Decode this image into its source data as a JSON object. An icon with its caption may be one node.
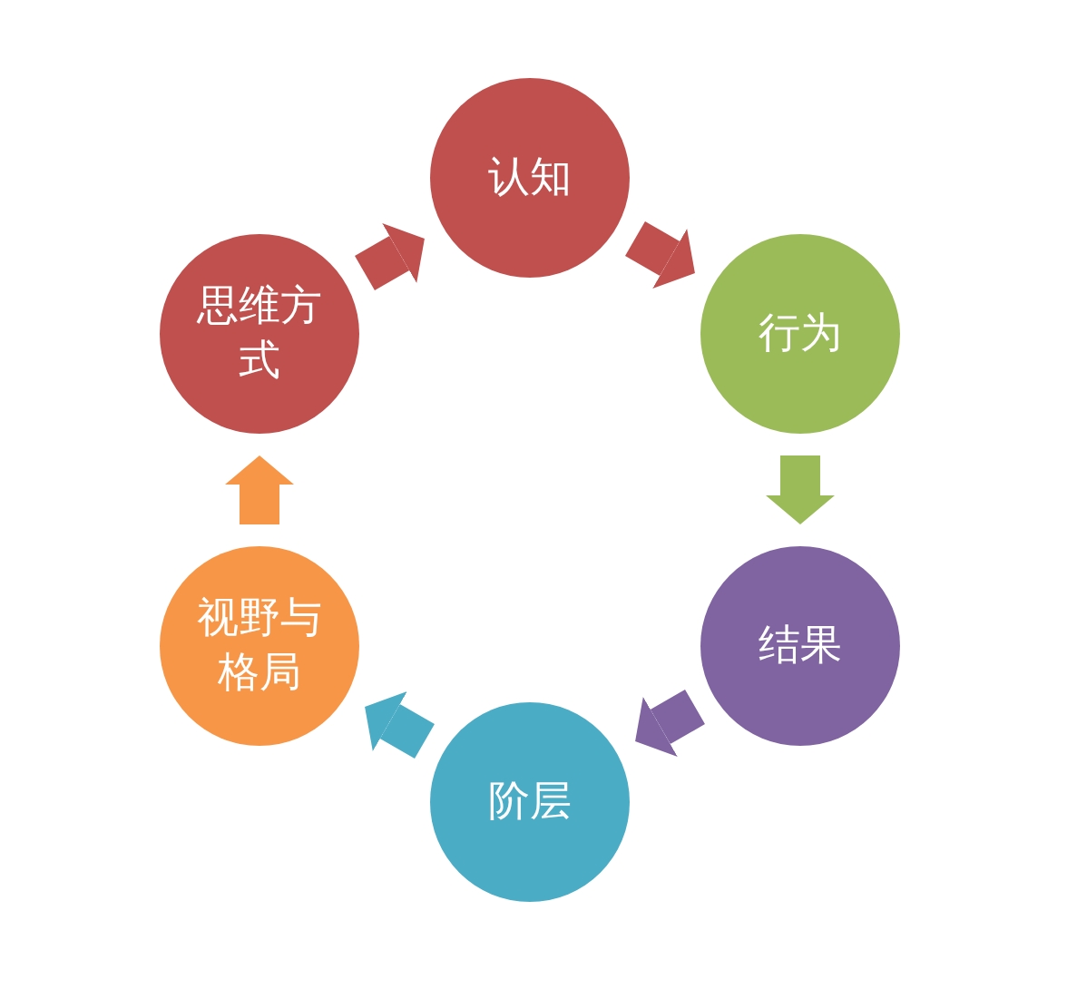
{
  "diagram": {
    "nodes": [
      {
        "text": [
          "认知"
        ]
      },
      {
        "text": [
          "行为"
        ]
      },
      {
        "text": [
          "结果"
        ]
      },
      {
        "text": [
          "阶层"
        ]
      },
      {
        "text": [
          "视野与格局"
        ]
      },
      {
        "text": [
          "思维方式"
        ]
      }
    ],
    "edges": [
      {
        "from": 0,
        "to": 1,
        "arrow": "to",
        "color": "#c0504d"
      },
      {
        "from": 1,
        "to": 2,
        "arrow": "to",
        "color": "#9bbb59"
      },
      {
        "from": 2,
        "to": 3,
        "arrow": "to",
        "color": "#8064a2"
      },
      {
        "from": 3,
        "to": 4,
        "arrow": "to",
        "color": "#4bacc6"
      },
      {
        "from": 4,
        "to": 5,
        "arrow": "to",
        "color": "#f79646"
      },
      {
        "from": 5,
        "to": 0,
        "arrow": "to",
        "color": "#c0504d"
      }
    ]
  }
}
